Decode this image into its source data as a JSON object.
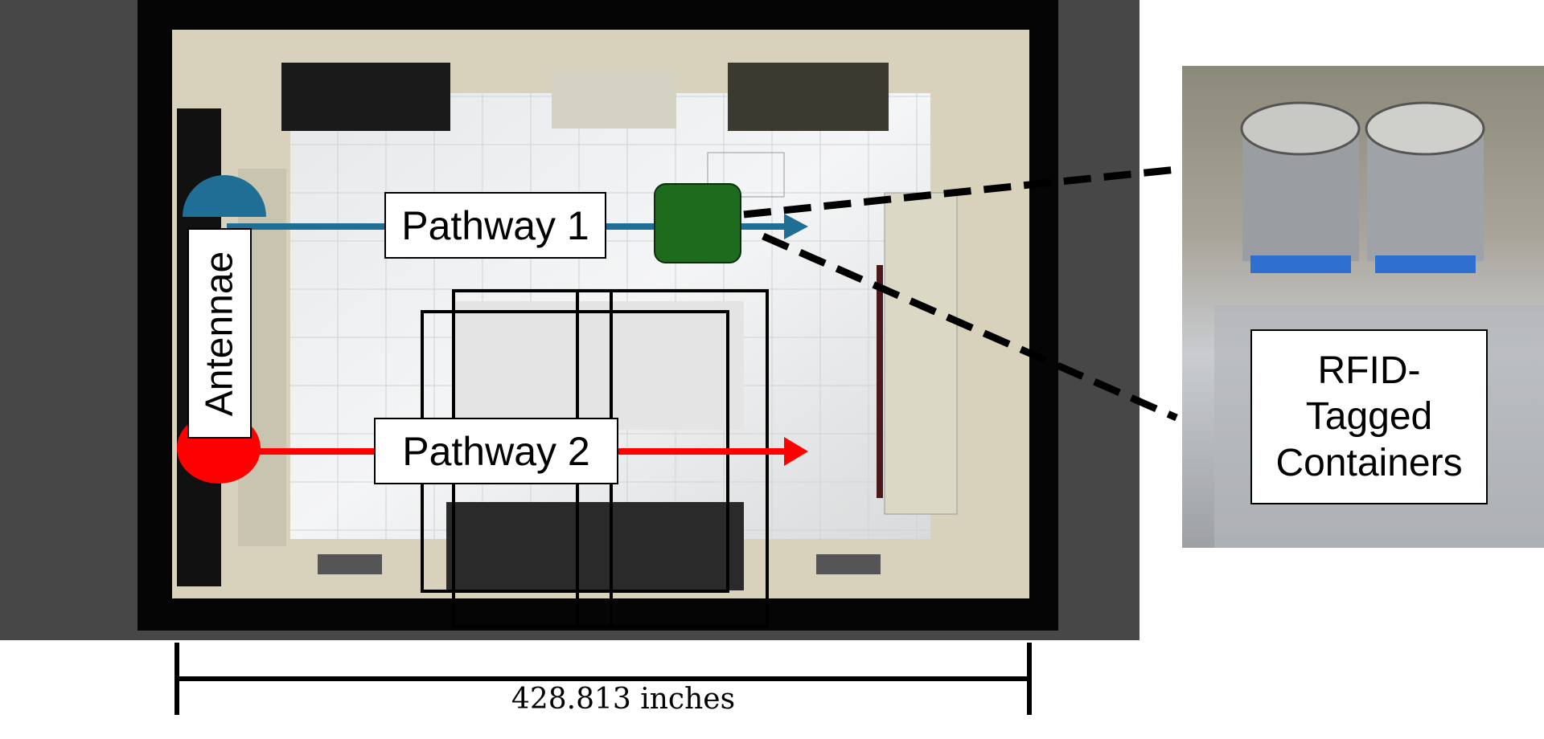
{
  "labels": {
    "pathway1": "Pathway 1",
    "pathway2": "Pathway 2",
    "antennae": "Antennae",
    "containers": "RFID-\nTagged\nContainers",
    "scale": "428.813 inches"
  },
  "colors": {
    "pathway1": "#1f6e96",
    "pathway2": "#ff0000",
    "tag": "#1e6b1e"
  }
}
